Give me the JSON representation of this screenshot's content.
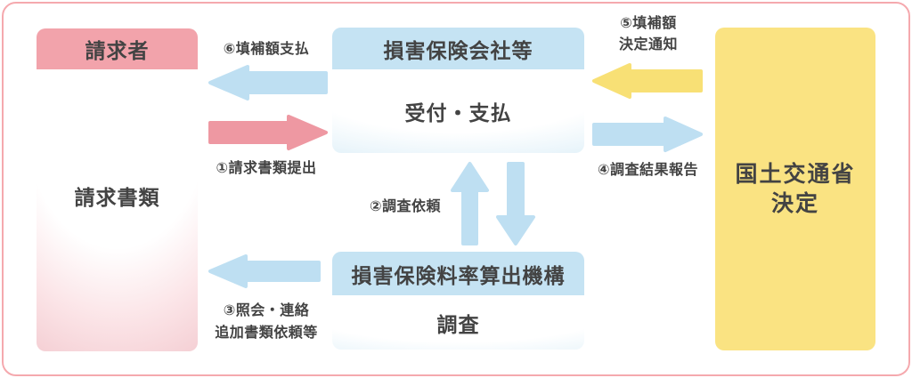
{
  "colors": {
    "frame_border": "#f5a9ae",
    "pink_header": "#f2a3ab",
    "pink_arrow": "#ee98a2",
    "blue_header": "#c5e3f3",
    "blue_arrow": "#bedff2",
    "yellow_box": "#fae382",
    "yellow_arrow": "#f8e075",
    "text": "#434343"
  },
  "boxes": {
    "claimant": {
      "title": "請求者",
      "body": "請求書類"
    },
    "insurer": {
      "title": "損害保険会社等",
      "body": "受付・支払"
    },
    "rating_org": {
      "title": "損害保険料率算出機構",
      "body": "調査"
    },
    "mlit": {
      "line1": "国土交通省",
      "line2": "決定"
    }
  },
  "arrows": {
    "step1": {
      "label": "①請求書類提出",
      "color": "#ee98a2",
      "direction": "right"
    },
    "step2": {
      "label": "②調査依頼",
      "color": "#bedff2",
      "direction": "up-down"
    },
    "step3": {
      "label_line1": "③照会・連絡",
      "label_line2": "追加書類依頼等",
      "color": "#bedff2",
      "direction": "left"
    },
    "step4": {
      "label": "④調査結果報告",
      "color": "#bedff2",
      "direction": "right"
    },
    "step5": {
      "label_line1": "⑤填補額",
      "label_line2": "決定通知",
      "color": "#f8e075",
      "direction": "left"
    },
    "step6": {
      "label": "⑥填補額支払",
      "color": "#bedff2",
      "direction": "left"
    }
  }
}
